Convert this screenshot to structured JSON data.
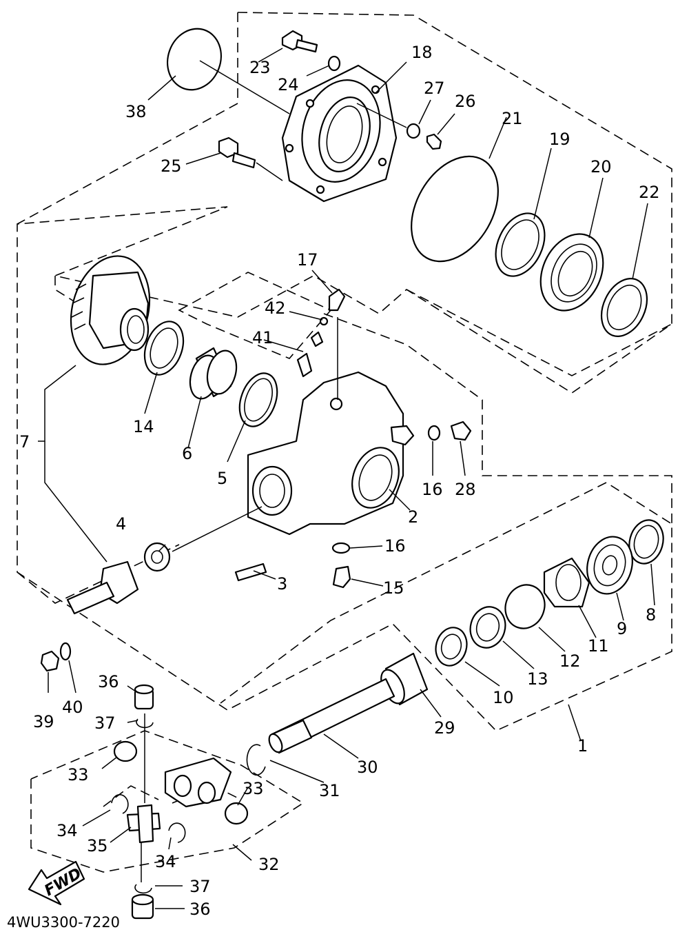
{
  "diagram_code": "4WU3300-7220",
  "fwd_label": "FWD",
  "parts": [
    {
      "id": "p1",
      "label": "1"
    },
    {
      "id": "p2",
      "label": "2"
    },
    {
      "id": "p3",
      "label": "3"
    },
    {
      "id": "p4",
      "label": "4"
    },
    {
      "id": "p5",
      "label": "5"
    },
    {
      "id": "p6",
      "label": "6"
    },
    {
      "id": "p7",
      "label": "7"
    },
    {
      "id": "p8",
      "label": "8"
    },
    {
      "id": "p9",
      "label": "9"
    },
    {
      "id": "p10",
      "label": "10"
    },
    {
      "id": "p11",
      "label": "11"
    },
    {
      "id": "p12",
      "label": "12"
    },
    {
      "id": "p13",
      "label": "13"
    },
    {
      "id": "p14",
      "label": "14"
    },
    {
      "id": "p15",
      "label": "15"
    },
    {
      "id": "p16a",
      "label": "16"
    },
    {
      "id": "p16b",
      "label": "16"
    },
    {
      "id": "p17",
      "label": "17"
    },
    {
      "id": "p18",
      "label": "18"
    },
    {
      "id": "p19",
      "label": "19"
    },
    {
      "id": "p20",
      "label": "20"
    },
    {
      "id": "p21",
      "label": "21"
    },
    {
      "id": "p22",
      "label": "22"
    },
    {
      "id": "p23",
      "label": "23"
    },
    {
      "id": "p24",
      "label": "24"
    },
    {
      "id": "p25",
      "label": "25"
    },
    {
      "id": "p26",
      "label": "26"
    },
    {
      "id": "p27",
      "label": "27"
    },
    {
      "id": "p28",
      "label": "28"
    },
    {
      "id": "p29",
      "label": "29"
    },
    {
      "id": "p30",
      "label": "30"
    },
    {
      "id": "p31",
      "label": "31"
    },
    {
      "id": "p32",
      "label": "32"
    },
    {
      "id": "p33a",
      "label": "33"
    },
    {
      "id": "p33b",
      "label": "33"
    },
    {
      "id": "p34a",
      "label": "34"
    },
    {
      "id": "p34b",
      "label": "34"
    },
    {
      "id": "p35",
      "label": "35"
    },
    {
      "id": "p36a",
      "label": "36"
    },
    {
      "id": "p36b",
      "label": "36"
    },
    {
      "id": "p37a",
      "label": "37"
    },
    {
      "id": "p37b",
      "label": "37"
    },
    {
      "id": "p38",
      "label": "38"
    },
    {
      "id": "p39",
      "label": "39"
    },
    {
      "id": "p40",
      "label": "40"
    },
    {
      "id": "p41",
      "label": "41"
    },
    {
      "id": "p42",
      "label": "42"
    }
  ]
}
